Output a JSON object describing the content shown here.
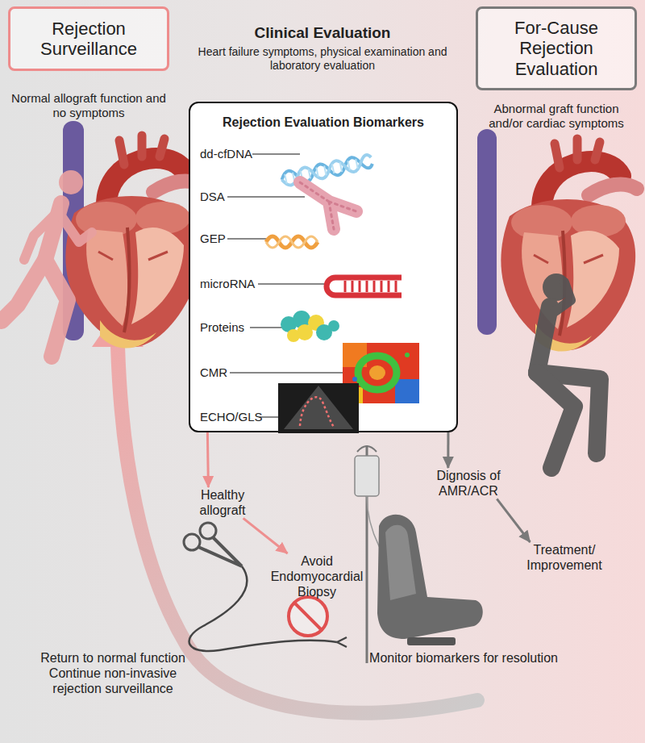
{
  "diagram": {
    "nodes": [
      {
        "text": [
          "Rejection Surveillance"
        ]
      },
      {
        "text": [
          "For-Cause Rejection Evaluation"
        ]
      },
      {
        "text": [
          "Rejection Evaluation Biomarkers"
        ]
      },
      {
        "text": [
          "Healthy allograft"
        ]
      },
      {
        "text": [
          "Avoid Endomyocardial Biopsy"
        ]
      },
      {
        "text": [
          "Dignosis of AMR/ACR"
        ]
      },
      {
        "text": [
          "Treatment/ Improvement"
        ]
      }
    ],
    "edges": [
      {
        "from": 2,
        "to": 3,
        "arrow": "to"
      },
      {
        "from": 3,
        "to": 4,
        "arrow": "to"
      },
      {
        "from": 2,
        "to": 5,
        "arrow": "to"
      },
      {
        "from": 5,
        "to": 6,
        "arrow": "to"
      }
    ],
    "labels": [
      "Normal allograft function and no symptoms",
      "Clinical Evaluation",
      "Heart failure symptoms, physical examination and laboratory evaluation",
      "Abnormal graft function and/or cardiac symptoms",
      "dd-cfDNA",
      "DSA",
      "GEP",
      "microRNA",
      "Proteins",
      "CMR",
      "ECHO/GLS",
      "Monitor biomarkers for resolution",
      "Return to normal function Continue non-invasive rejection surveillance"
    ]
  }
}
